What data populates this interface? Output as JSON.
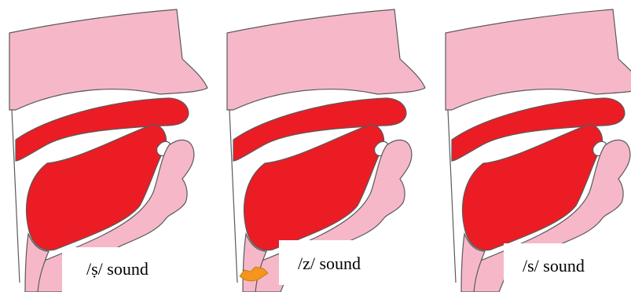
{
  "colors": {
    "tissue": "#f6b8c8",
    "tongue": "#ec1c24",
    "outline": "#5a5a5a",
    "vibration": "#f7941d",
    "background": "#ffffff"
  },
  "panels": [
    {
      "label": "/ṣ/ sound",
      "vibration": false
    },
    {
      "label": "/z/ sound",
      "vibration": true
    },
    {
      "label": "/s/ sound",
      "vibration": false
    }
  ]
}
